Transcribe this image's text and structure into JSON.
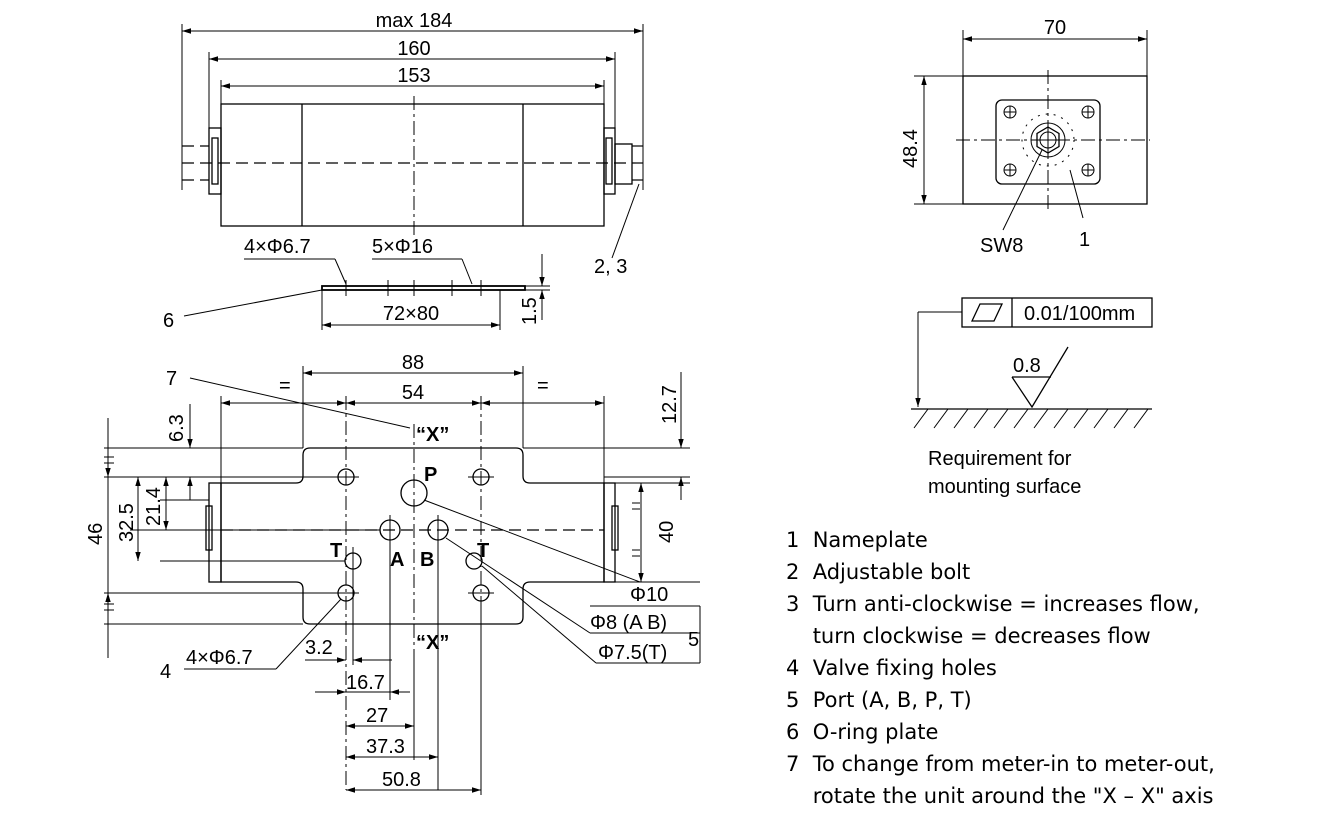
{
  "top_view": {
    "dim_max": "max 184",
    "dim_160": "160",
    "dim_153": "153",
    "holes_small": "4×Φ6.7",
    "holes_large": "5×Φ16",
    "oring_size": "72×80",
    "thickness": "1.5",
    "callout_6": "6",
    "callout_23": "2, 3"
  },
  "end_view": {
    "dim_70": "70",
    "dim_48_4": "48.4",
    "sw8": "SW8",
    "callout_1": "1"
  },
  "surface": {
    "flatness": "0.01/100mm",
    "roughness": "0.8",
    "req_line1": "Requirement for",
    "req_line2": "mounting surface"
  },
  "bottom_view": {
    "dim_88": "88",
    "dim_54": "54",
    "eq1": "=",
    "eq2": "=",
    "dim_12_7": "12.7",
    "dim_6_3": "6.3",
    "x_top": "“X”",
    "x_bottom": "“X”",
    "dim_46": "46",
    "dim_32_5": "32.5",
    "dim_21_4": "21.4",
    "dim_40": "40",
    "port_p": "P",
    "port_a": "A",
    "port_b": "B",
    "port_t_left": "T",
    "port_t_right": "T",
    "phi10": "Φ10",
    "phi8": "Φ8 (A B)",
    "phi7_5": "Φ7.5(T)",
    "callout_5": "5",
    "callout_7": "7",
    "callout_4": "4",
    "holes_4": "4×Φ6.7",
    "dim_3_2": "3.2",
    "dim_16_7": "16.7",
    "dim_27": "27",
    "dim_37_3": "37.3",
    "dim_50_8": "50.8"
  },
  "legend": [
    "1  Nameplate",
    "2  Adjustable bolt",
    "3  Turn anti-clockwise = increases flow,",
    "    turn clockwise = decreases flow",
    "4  Valve fixing holes",
    "5  Port (A, B, P, T)",
    "6  O-ring plate",
    "7  To change from meter-in to meter-out,",
    "    rotate the unit around the \"X – X\" axis"
  ]
}
